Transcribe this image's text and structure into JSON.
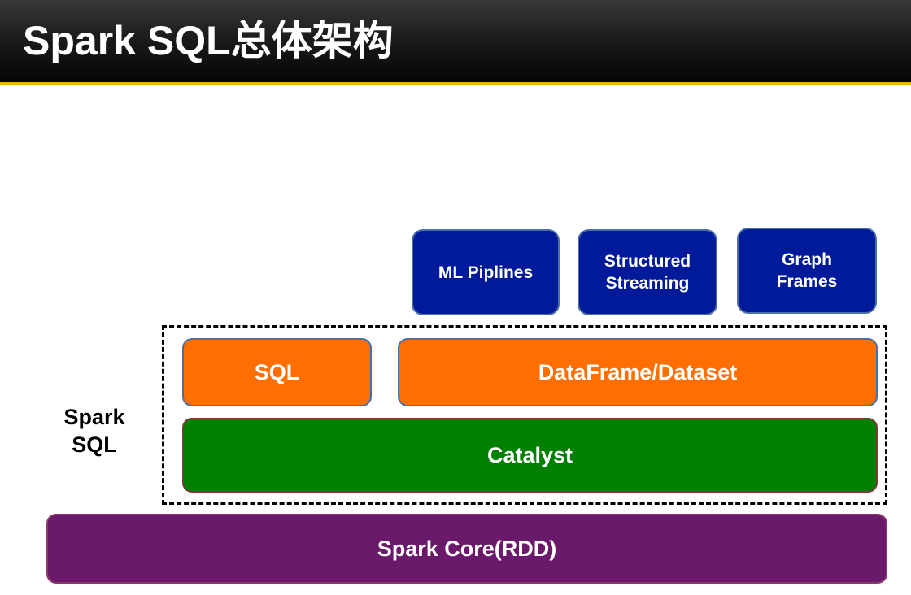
{
  "title": "Spark SQL总体架构",
  "colors": {
    "header_bg": "#1c1c1c",
    "header_rule": "#f2b705",
    "blue_box": "#001a99",
    "orange_box": "#ff6e00",
    "green_box": "#008000",
    "purple_box": "#6b1a6b"
  },
  "diagram": {
    "top_components": [
      {
        "line1": "ML Piplines",
        "line2": ""
      },
      {
        "line1": "Structured",
        "line2": "Streaming"
      },
      {
        "line1": "Graph",
        "line2": "Frames"
      }
    ],
    "spark_sql_group": {
      "label_line1": "Spark",
      "label_line2": "SQL",
      "sql": "SQL",
      "dataframe": "DataFrame/Dataset",
      "catalyst": "Catalyst"
    },
    "core": "Spark Core(RDD)"
  }
}
